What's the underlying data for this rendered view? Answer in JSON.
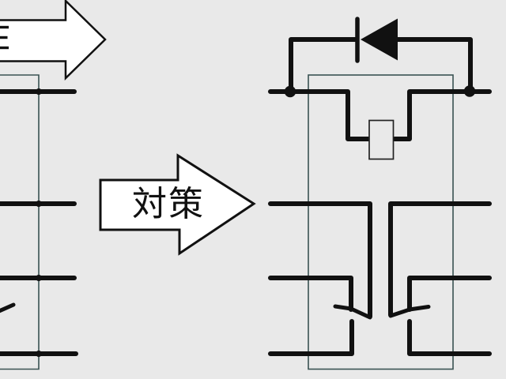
{
  "arrows": {
    "top_before": {
      "name": "before-arrow",
      "clipped_label_fragment_icon": "clipped-kanji-strokes-icon"
    },
    "countermeasure": {
      "label": "対策"
    }
  },
  "circuits": {
    "left_partial": {
      "name": "original-module-circuit-partial",
      "components": [
        "module-box",
        "terminal-stubs",
        "switch-arrow-fragment"
      ]
    },
    "right_modified": {
      "name": "countermeasure-module-circuit",
      "components": [
        "diode",
        "resistor-box",
        "upper-switch-left",
        "upper-switch-right",
        "gate-lines",
        "emitter-lines",
        "junction-dots",
        "module-box"
      ]
    }
  },
  "colors": {
    "background": "#e9e9e9",
    "thick_line": "#111111",
    "thin_box_line": "#3a5252",
    "resistor_outline": "#222222",
    "arrow_fill": "#ffffff",
    "arrow_outline": "#111111",
    "text": "#111111"
  }
}
